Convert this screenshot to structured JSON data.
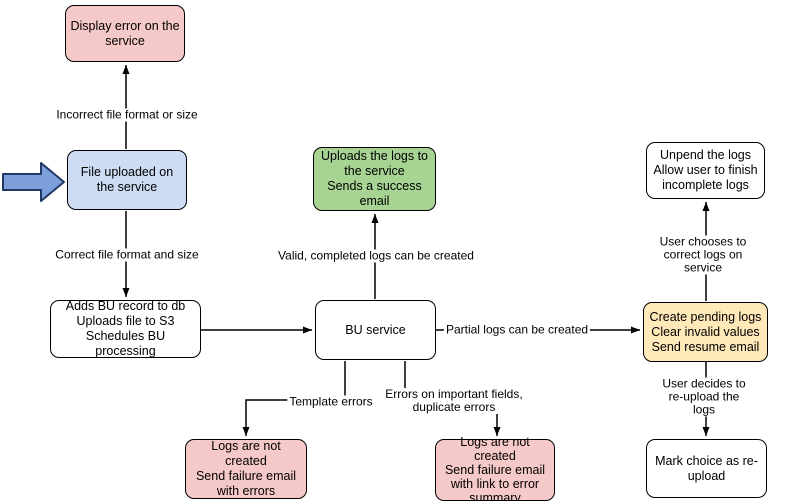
{
  "diagram": {
    "type": "flowchart",
    "nodes": {
      "display_error": {
        "text": "Display error on the service",
        "fill": "#f5c9c7"
      },
      "file_uploaded": {
        "text": "File uploaded on the service",
        "fill": "#cddcf3"
      },
      "adds_bu": {
        "text": "Adds BU record to db\nUploads file to S3\nSchedules BU processing",
        "fill": "#ffffff"
      },
      "bu_service": {
        "text": "BU service",
        "fill": "#ffffff"
      },
      "upload_success": {
        "text": "Uploads the logs to the service\nSends a success email",
        "fill": "#a7d493"
      },
      "logs_not_created_template": {
        "text": "Logs are not created\nSend failure email with errors",
        "fill": "#f5c9c7"
      },
      "logs_not_created_fields": {
        "text": "Logs are not created\nSend failure email with link to error summary",
        "fill": "#f5c9c7"
      },
      "create_pending": {
        "text": "Create pending logs\nClear invalid values\nSend resume email",
        "fill": "#ffe9b8"
      },
      "unpend": {
        "text": "Unpend the logs\nAllow user to finish incomplete logs",
        "fill": "#ffffff"
      },
      "mark_reupload": {
        "text": "Mark choice as re-upload",
        "fill": "#ffffff"
      }
    },
    "edge_labels": {
      "incorrect_file": "Incorrect file format or size",
      "correct_file": "Correct file format and size",
      "valid_logs": "Valid, completed logs can be created",
      "partial_logs": "Partial logs can be created",
      "template_errors": "Template errors",
      "important_field_errors": "Errors on important fields,\nduplicate errors",
      "user_chooses": "User chooses to correct logs on service",
      "user_decides": "User decides to re-upload the logs"
    },
    "icons": {
      "flow_start_arrow": {
        "fill": "#7da0dc",
        "stroke": "#1f3864"
      }
    },
    "colors": {
      "error_fill": "#f5c9c7",
      "info_fill": "#cddcf3",
      "success_fill": "#a7d493",
      "warning_fill": "#ffe9b8",
      "neutral_fill": "#ffffff",
      "line": "#000000"
    }
  }
}
